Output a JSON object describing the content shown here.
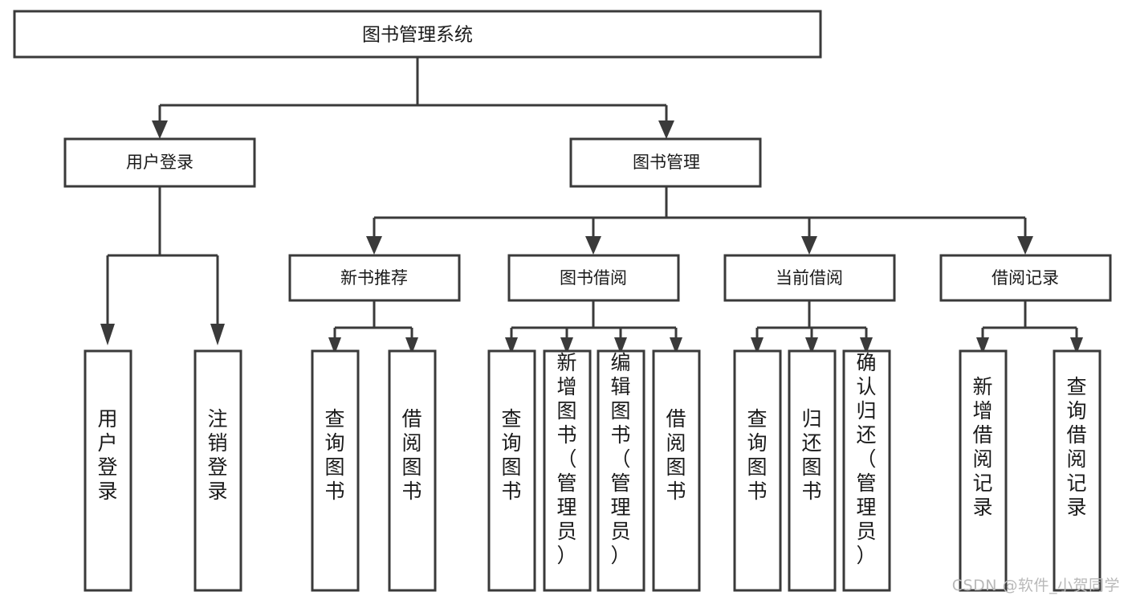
{
  "diagram": {
    "type": "tree-flowchart",
    "title": "图书管理系统",
    "orientation": "top-down",
    "colors": {
      "box_fill": "#ffffff",
      "box_stroke": "#3a3a3a",
      "text": "#1a1a1a",
      "watermark": "#b9b9b9"
    },
    "root": {
      "label": "图书管理系统"
    },
    "level1": [
      {
        "label": "用户登录"
      },
      {
        "label": "图书管理"
      }
    ],
    "level2": [
      {
        "label": "新书推荐"
      },
      {
        "label": "图书借阅"
      },
      {
        "label": "当前借阅"
      },
      {
        "label": "借阅记录"
      }
    ],
    "leaves": {
      "user_login": [
        {
          "label": "用户登录"
        },
        {
          "label": "注销登录"
        }
      ],
      "new_book_recommend": [
        {
          "label": "查询图书"
        },
        {
          "label": "借阅图书"
        }
      ],
      "book_borrow": [
        {
          "label": "查询图书"
        },
        {
          "label": "新增图书（管理员）"
        },
        {
          "label": "编辑图书（管理员）"
        },
        {
          "label": "借阅图书"
        }
      ],
      "current_borrow": [
        {
          "label": "查询图书"
        },
        {
          "label": "归还图书"
        },
        {
          "label": "确认归还（管理员）"
        }
      ],
      "borrow_record": [
        {
          "label": "新增借阅记录"
        },
        {
          "label": "查询借阅记录"
        }
      ]
    }
  },
  "watermark": {
    "text": "CSDN @软件_小贺同学"
  }
}
